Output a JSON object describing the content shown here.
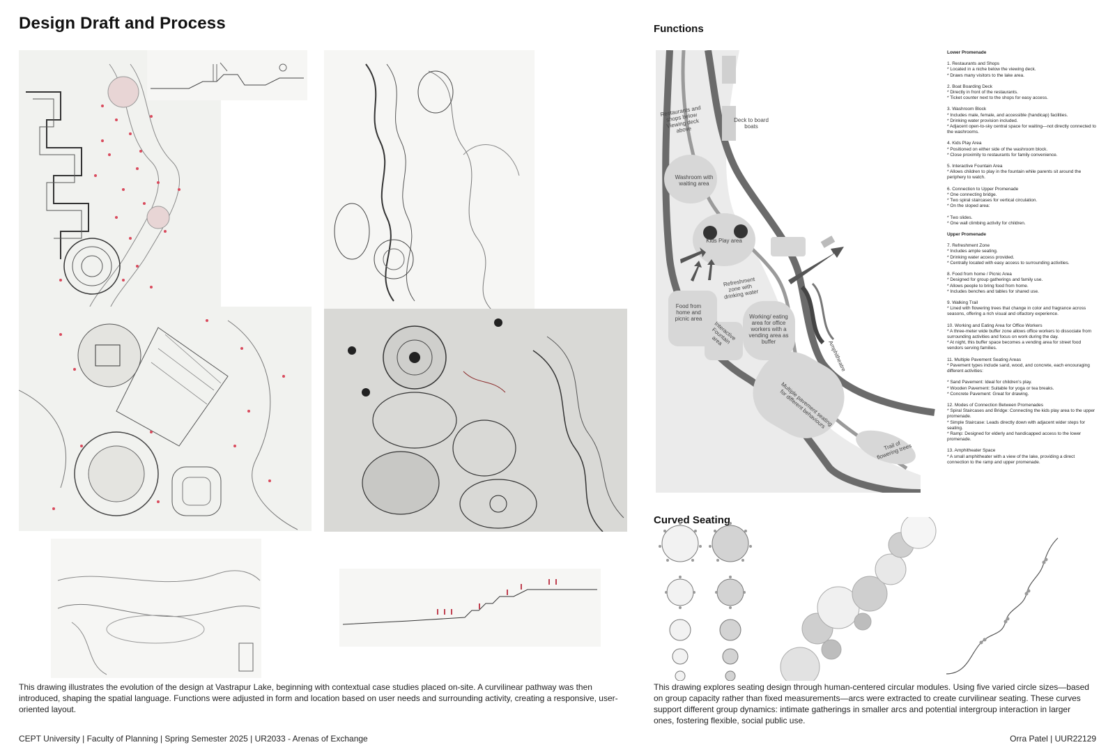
{
  "header": {
    "title": "Design Draft and Process"
  },
  "functions": {
    "heading": "Functions",
    "map_labels": {
      "restaurants": "Restaurants and shops below Viewing deck above",
      "deck": "Deck to board boats",
      "washroom": "Washroom with waiting area",
      "kids_play": "Kids Play area",
      "refreshment": "Refreshment zone with drinking water",
      "food_home": "Food from home and picnic area",
      "fountain": "Interactive Fountain area",
      "working": "Working/ eating area for office workers with a vending area as buffer",
      "amphitheatre": "Amphitheatre",
      "pavement": "Multiple pavement seating for different behaviours",
      "trail": "Trail of flowering trees"
    },
    "legend": {
      "lower_heading": "Lower Promenade",
      "upper_heading": "Upper Promenade",
      "lower_items": [
        "1. Restaurants and Shops\n  * Located in a niche below the viewing deck.\n  * Draws many visitors to the lake area.",
        "2. Boat Boarding Deck\n  * Directly in front of the restaurants.\n  * Ticket counter next to the shops for easy access.",
        "3. Washroom Block\n  * Includes male, female, and accessible (handicap) facilities.\n  * Drinking water provision included.\n  * Adjacent open-to-sky central space for waiting—not directly connected to the washrooms.",
        "4. Kids Play Area\n  * Positioned on either side of the washroom block.\n  * Close proximity to restaurants for family convenience.",
        "5. Interactive Fountain Area\n  * Allows children to play in the fountain while parents sit around the periphery to watch.",
        "6. Connection to Upper Promenade\n  * One connecting bridge.\n  * Two spiral staircases for vertical circulation.\n  * On the sloped area:\n\n    * Two slides.\n    * One wall climbing activity for children."
      ],
      "upper_items": [
        "7. Refreshment Zone\n  * Includes ample seating.\n  * Drinking water access provided.\n  * Centrally located with easy access to surrounding activities.",
        "8. Food from home / Picnic Area\n  * Designed for group gatherings and family use.\n  * Allows people to bring food from home.\n  * Includes benches and tables for shared use.",
        "9. Walking Trail\n  * Lined with flowering trees that change in color and fragrance across seasons, offering a rich visual and olfactory experience.",
        "10. Working and Eating Area for Office Workers\n  * A three-meter wide buffer zone allows office workers to dissociate from surrounding activities and focus on work during the day.\n  * At night, this buffer space becomes a vending area for street food vendors serving families.",
        "11. Multiple Pavement Seating Areas\n  * Pavement types include sand, wood, and concrete, each encouraging different activities:\n\n    * Sand Pavement: Ideal for children's play.\n    * Wooden Pavement: Suitable for yoga or tea breaks.\n    * Concrete Pavement: Great for drawing.",
        "12. Modes of Connection Between Promenades\n  * Spiral Staircases and Bridge: Connecting the kids play area to the upper promenade.\n  * Simple Staircase: Leads directly down with adjacent wider steps for seating.\n  * Ramp: Designed for elderly and handicapped access to the lower promenade.",
        "13. Amphitheater Space\n  * A small amphitheater with a view of the lake, providing a direct connection to the ramp and upper promenade."
      ]
    }
  },
  "curved_seating": {
    "heading": "Curved Seating"
  },
  "captions": {
    "left": "This drawing illustrates the evolution of the design at Vastrapur Lake, beginning with contextual case studies placed on-site. A curvilinear pathway was then introduced, shaping the spatial language. Functions were adjusted in form and location based on user needs and surrounding activity, creating a responsive, user-oriented layout.",
    "right": "This drawing explores seating design through human-centered circular modules. Using five varied circle sizes—based on group capacity rather than fixed measurements—arcs were extracted to create curvilinear seating. These curves support different group dynamics: intimate gatherings in smaller arcs and potential intergroup interaction in larger ones, fostering flexible, social public use."
  },
  "footer": {
    "left": "CEPT University | Faculty of Planning | Spring Semester 2025 | UR2033 - Arenas of Exchange",
    "right": "Orra Patel | UUR22129"
  }
}
